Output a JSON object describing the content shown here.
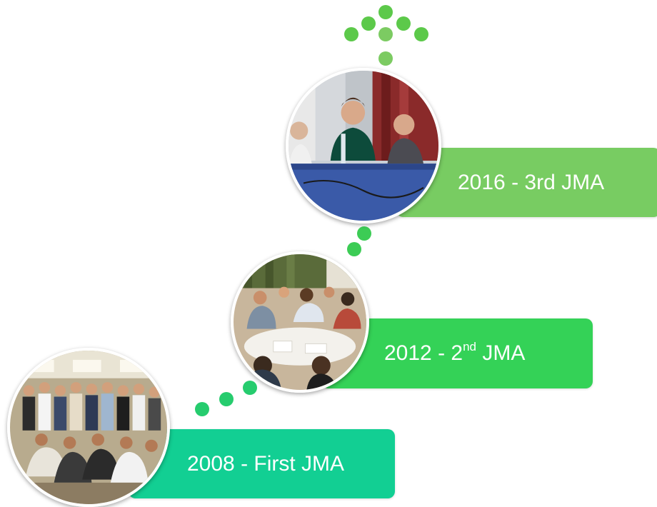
{
  "colors": {
    "dot_top": "#6cc94e",
    "dot_bottom": "#14c98a",
    "label_2016": "#78cc62",
    "label_2012": "#34d257",
    "label_2008": "#12cf93"
  },
  "timeline": {
    "m2016": {
      "label": "2016 - 3rd JMA"
    },
    "m2012": {
      "label_pre": "2012 - 2",
      "label_sup": "nd",
      "label_post": " JMA"
    },
    "m2008": {
      "label": "2008 - First JMA"
    }
  },
  "arrow_icon": "arrow-up-dots-icon",
  "photo_icons": [
    "panel-discussion-photo",
    "workshop-table-photo",
    "group-photo"
  ]
}
